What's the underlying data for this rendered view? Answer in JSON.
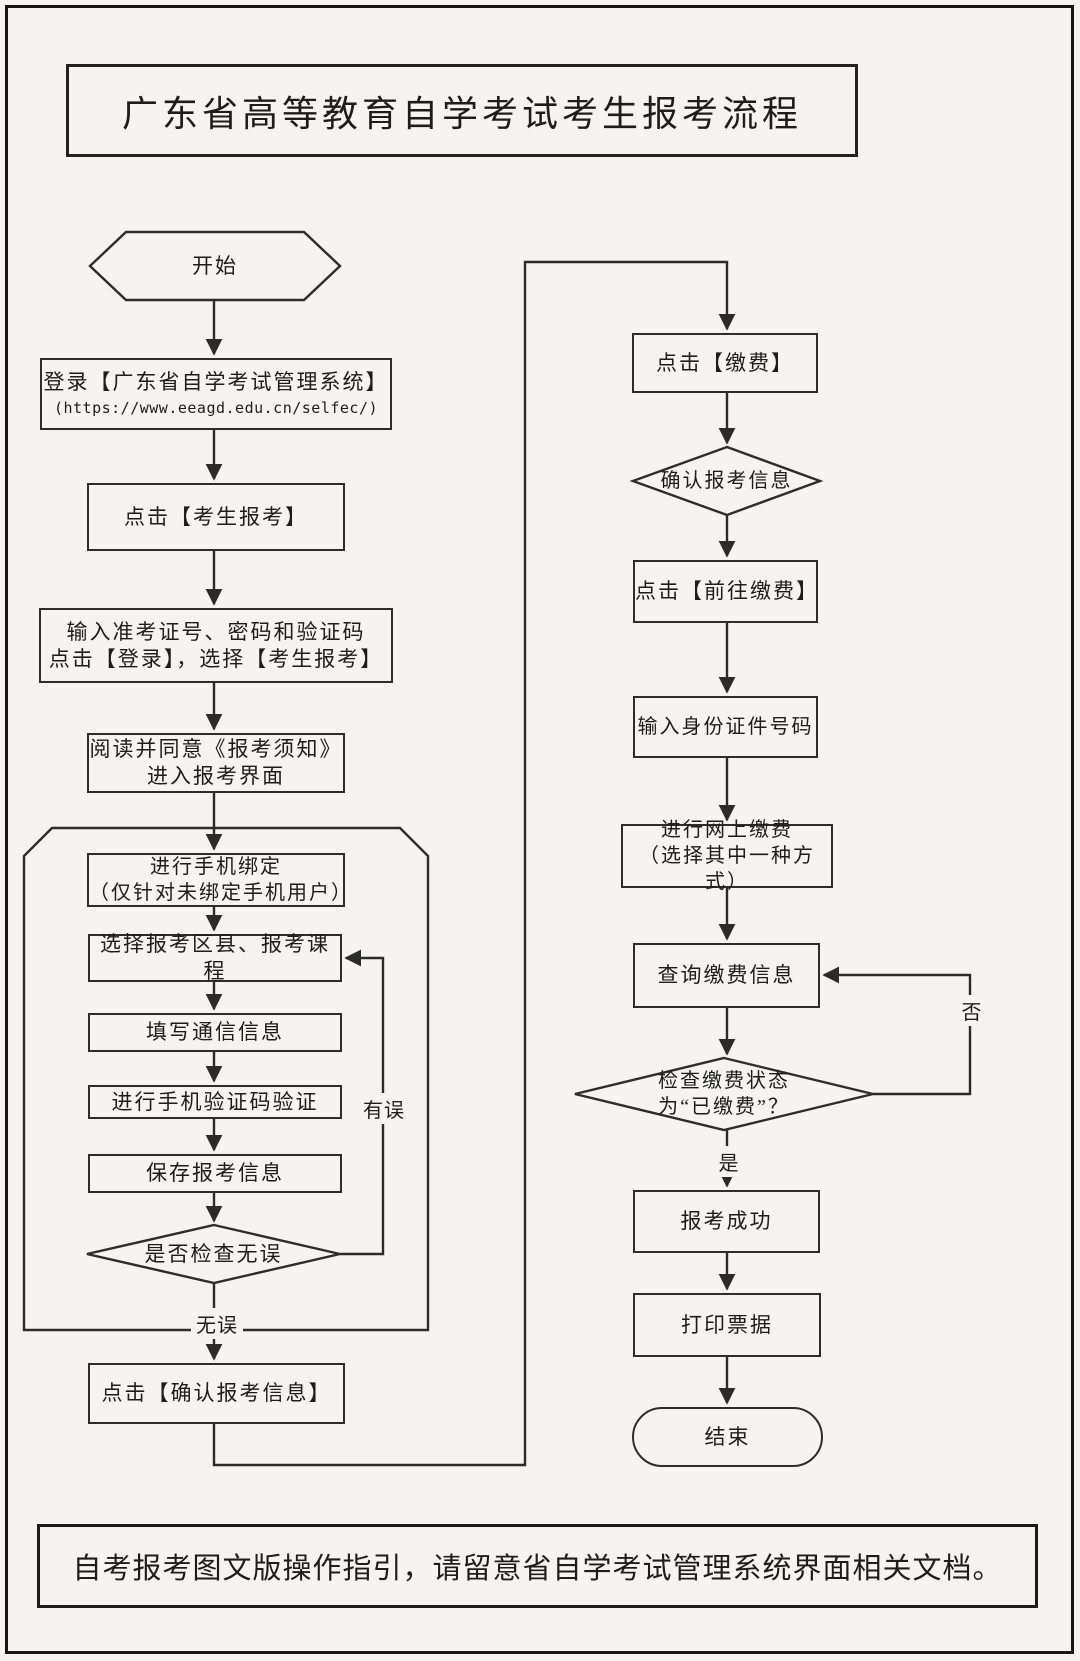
{
  "title": "广东省高等教育自学考试考生报考流程",
  "footer": "自考报考图文版操作指引，请留意省自学考试管理系统界面相关文档。",
  "colors": {
    "background": "#f5f4f2",
    "line": "#2b2b2b",
    "text": "#1d1d1d"
  },
  "nodes": {
    "start": "开始",
    "login_l1": "登录【广东省自学考试管理系统】",
    "login_l2": "(https://www.eeagd.edu.cn/selfec/)",
    "click_register": "点击【考生报考】",
    "input_cred_l1": "输入准考证号、密码和验证码",
    "input_cred_l2": "点击【登录】，选择【考生报考】",
    "read_notice_l1": "阅读并同意《报考须知》",
    "read_notice_l2": "进入报考界面",
    "bind_phone_l1": "进行手机绑定",
    "bind_phone_l2": "（仅针对未绑定手机用户）",
    "select_course": "选择报考区县、报考课程",
    "fill_contact": "填写通信信息",
    "verify_sms": "进行手机验证码验证",
    "save_info": "保存报考信息",
    "check_correct": "是否检查无误",
    "confirm_info": "点击【确认报考信息】",
    "click_pay": "点击【缴费】",
    "confirm_reg_info": "确认报考信息",
    "goto_pay": "点击【前往缴费】",
    "input_id": "输入身份证件号码",
    "online_pay_l1": "进行网上缴费",
    "online_pay_l2": "（选择其中一种方式）",
    "query_pay": "查询缴费信息",
    "check_paid_l1": "检查缴费状态",
    "check_paid_l2": "为“已缴费”？",
    "success": "报考成功",
    "print_receipt": "打印票据",
    "end": "结束"
  },
  "labels": {
    "has_error": "有误",
    "no_error": "无误",
    "yes": "是",
    "no": "否"
  },
  "edges": [
    {
      "from": "start",
      "to": "login"
    },
    {
      "from": "login",
      "to": "click-register"
    },
    {
      "from": "click-register",
      "to": "input-credentials"
    },
    {
      "from": "input-credentials",
      "to": "read-notice"
    },
    {
      "from": "read-notice",
      "to": "bind-phone"
    },
    {
      "from": "bind-phone",
      "to": "select-course"
    },
    {
      "from": "select-course",
      "to": "fill-contact"
    },
    {
      "from": "fill-contact",
      "to": "verify-sms"
    },
    {
      "from": "verify-sms",
      "to": "save-info"
    },
    {
      "from": "save-info",
      "to": "check-correct"
    },
    {
      "from": "check-correct",
      "to": "select-course",
      "label": "有误"
    },
    {
      "from": "check-correct",
      "to": "confirm-info",
      "label": "无误"
    },
    {
      "from": "confirm-info",
      "to": "click-pay"
    },
    {
      "from": "click-pay",
      "to": "confirm-reg-info"
    },
    {
      "from": "confirm-reg-info",
      "to": "goto-pay"
    },
    {
      "from": "goto-pay",
      "to": "input-id"
    },
    {
      "from": "input-id",
      "to": "online-pay"
    },
    {
      "from": "online-pay",
      "to": "query-pay"
    },
    {
      "from": "query-pay",
      "to": "check-paid"
    },
    {
      "from": "check-paid",
      "to": "query-pay",
      "label": "否"
    },
    {
      "from": "check-paid",
      "to": "success",
      "label": "是"
    },
    {
      "from": "success",
      "to": "print-receipt"
    },
    {
      "from": "print-receipt",
      "to": "end"
    }
  ]
}
